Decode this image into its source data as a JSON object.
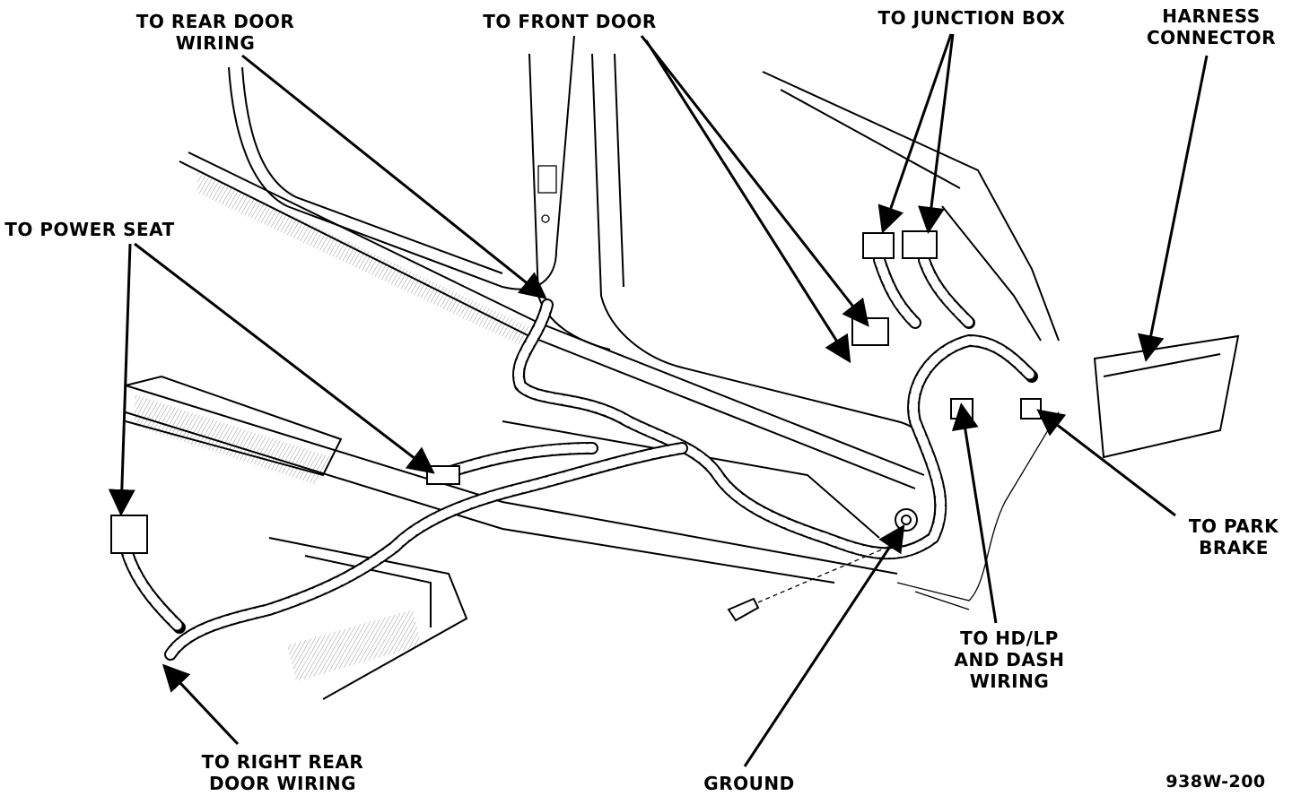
{
  "diagram": {
    "figure_id": "938W-200",
    "labels": {
      "rear_door": "TO REAR DOOR\nWIRING",
      "front_door": "TO FRONT DOOR",
      "junction_box": "TO JUNCTION BOX",
      "harness_connector": "HARNESS\nCONNECTOR",
      "power_seat": "TO POWER SEAT",
      "park_brake": "TO PARK\nBRAKE",
      "hd_lp": "TO HD/LP\nAND DASH\nWIRING",
      "right_rear_door": "TO RIGHT REAR\nDOOR WIRING",
      "ground": "GROUND"
    }
  }
}
